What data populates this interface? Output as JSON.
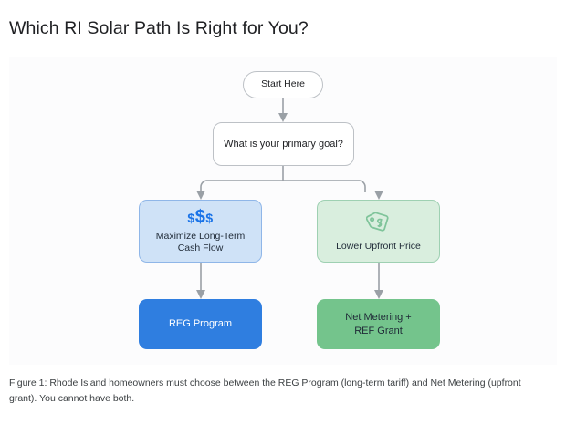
{
  "page": {
    "title": "Which RI Solar Path Is Right for You?"
  },
  "figure": {
    "caption": "Figure 1: Rhode Island homeowners must choose between the REG Program (long-term tariff) and Net Metering (upfront grant). You cannot have both.",
    "nodes": {
      "start": {
        "label": "Start Here"
      },
      "decision": {
        "label": "What is your primary goal?"
      },
      "choice_left": {
        "icon": "money-dollars-icon",
        "icon_text": "$$$",
        "label": "Maximize Long-Term\nCash Flow"
      },
      "choice_right": {
        "icon": "price-tag-icon",
        "label": "Lower Upfront Price"
      },
      "result_left": {
        "label": "REG Program"
      },
      "result_right": {
        "label": "Net Metering +\nREF Grant"
      }
    }
  },
  "colors": {
    "accent_blue": "#1a73e8",
    "result_blue": "#2f7ee0",
    "choice_blue_fill": "#cfe2f7",
    "choice_blue_border": "#8fb6e8",
    "result_green": "#74c48c",
    "choice_green_fill": "#d9eede",
    "choice_green_border": "#9ed0b2",
    "connector_gray": "#9aa0a6",
    "canvas": "#fcfcfd",
    "text_primary": "#202124"
  }
}
